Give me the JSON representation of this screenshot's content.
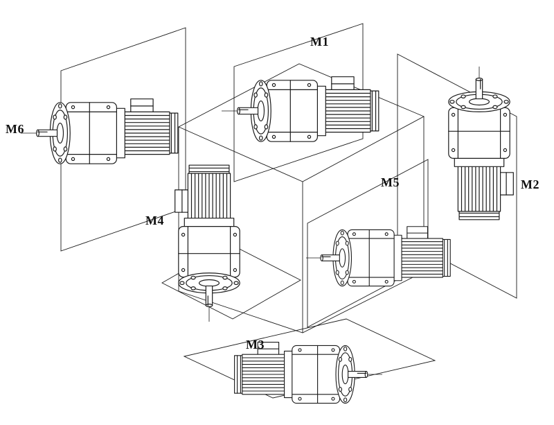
{
  "diagram": {
    "background": "#ffffff",
    "line_color": "#1a1a1a",
    "labels": {
      "m1": "M1",
      "m2": "M2",
      "m3": "M3",
      "m4": "M4",
      "m5": "M5",
      "m6": "M6"
    }
  }
}
